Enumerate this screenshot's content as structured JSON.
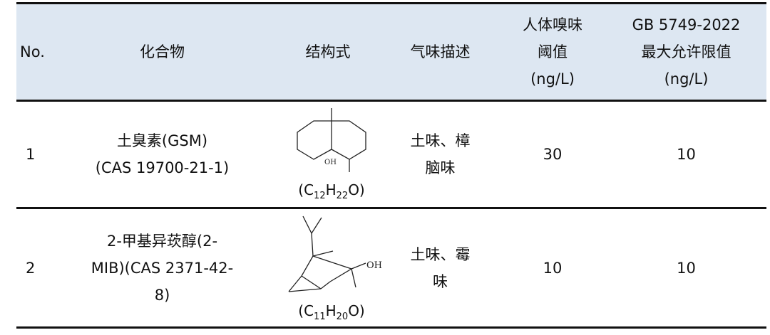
{
  "header": {
    "no": "No.",
    "compound": "化合物",
    "structure": "结构式",
    "odor": "气味描述",
    "threshold": [
      "人体嗅味",
      "阈值",
      "(ng/L)"
    ],
    "limit": [
      "GB 5749-2022",
      "最大允许限值",
      "(ng/L)"
    ]
  },
  "rows": [
    {
      "no": "1",
      "name": [
        "土臭素(GSM)",
        "(CAS 19700-21-1)"
      ],
      "formula": {
        "c": "12",
        "h": "22",
        "prefix": "(C",
        "mid": "H",
        "suffix": "O)"
      },
      "oh_label": "OH",
      "odor": [
        "土味、樟",
        "脑味"
      ],
      "threshold": "30",
      "limit": "10"
    },
    {
      "no": "2",
      "name": [
        "2-甲基异莰醇(2-",
        "MIB)(CAS 2371-42-",
        "8)"
      ],
      "formula": {
        "c": "11",
        "h": "20",
        "prefix": "(C",
        "mid": "H",
        "suffix": "O)"
      },
      "oh_label": "OH",
      "odor": [
        "土味、霉",
        "味"
      ],
      "threshold": "10",
      "limit": "10"
    }
  ]
}
